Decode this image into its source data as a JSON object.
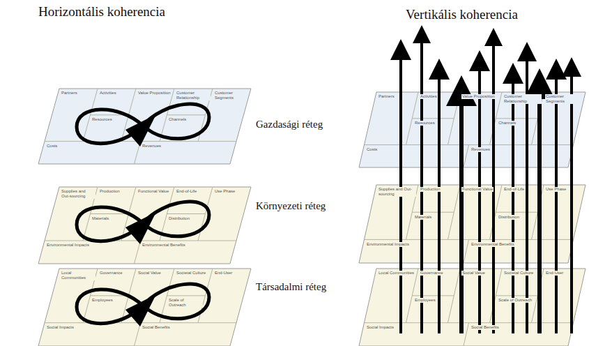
{
  "diagram": {
    "labels": [
      "Horizontális koherencia",
      "Vertikális koherencia",
      "Gazdasági réteg",
      "Környezeti réteg",
      "Társadalmi réteg",
      "Partners",
      "Activities",
      "Value Proposition",
      "Customer Relationship",
      "Customer Segments",
      "Resources",
      "Channels",
      "Costs",
      "Revenues",
      "Supplies and Out-sourcing",
      "Production",
      "Functional Value",
      "End-of-Life",
      "Use Phase",
      "Materials",
      "Distribution",
      "Environmental Impacts",
      "Environmental Benefits",
      "Local Communities",
      "Governance",
      "Social Value",
      "Societal Culture",
      "End-User",
      "Employees",
      "Scale of Outreach",
      "Social Impacts",
      "Social Benefits",
      "Partners",
      "Activities",
      "Value Proposition",
      "Customer Relationship",
      "Customer Segments",
      "Resources",
      "Channels",
      "Costs",
      "Revenues",
      "Supplies and Out-sourcing",
      "Production",
      "Functional Value",
      "End-of-Life",
      "Use Phase",
      "Materials",
      "Distribution",
      "Environmental Impacts",
      "Environmental Benefits",
      "Local Communities",
      "Governance",
      "Social Value",
      "Societal Culture",
      "End-User",
      "Employees",
      "Scale of Outreach",
      "Social Impacts",
      "Social Benefits"
    ]
  }
}
